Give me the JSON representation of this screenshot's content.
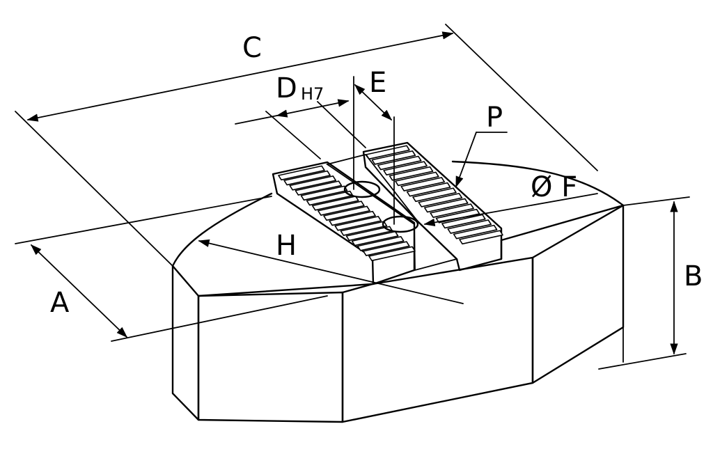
{
  "labels": {
    "A": "A",
    "B": "B",
    "C": "C",
    "D": "D",
    "D_sub": "H7",
    "E": "E",
    "F": "Ø F",
    "H": "H",
    "P": "P"
  },
  "colors": {
    "ink": "#000000",
    "paper": "#ffffff"
  }
}
